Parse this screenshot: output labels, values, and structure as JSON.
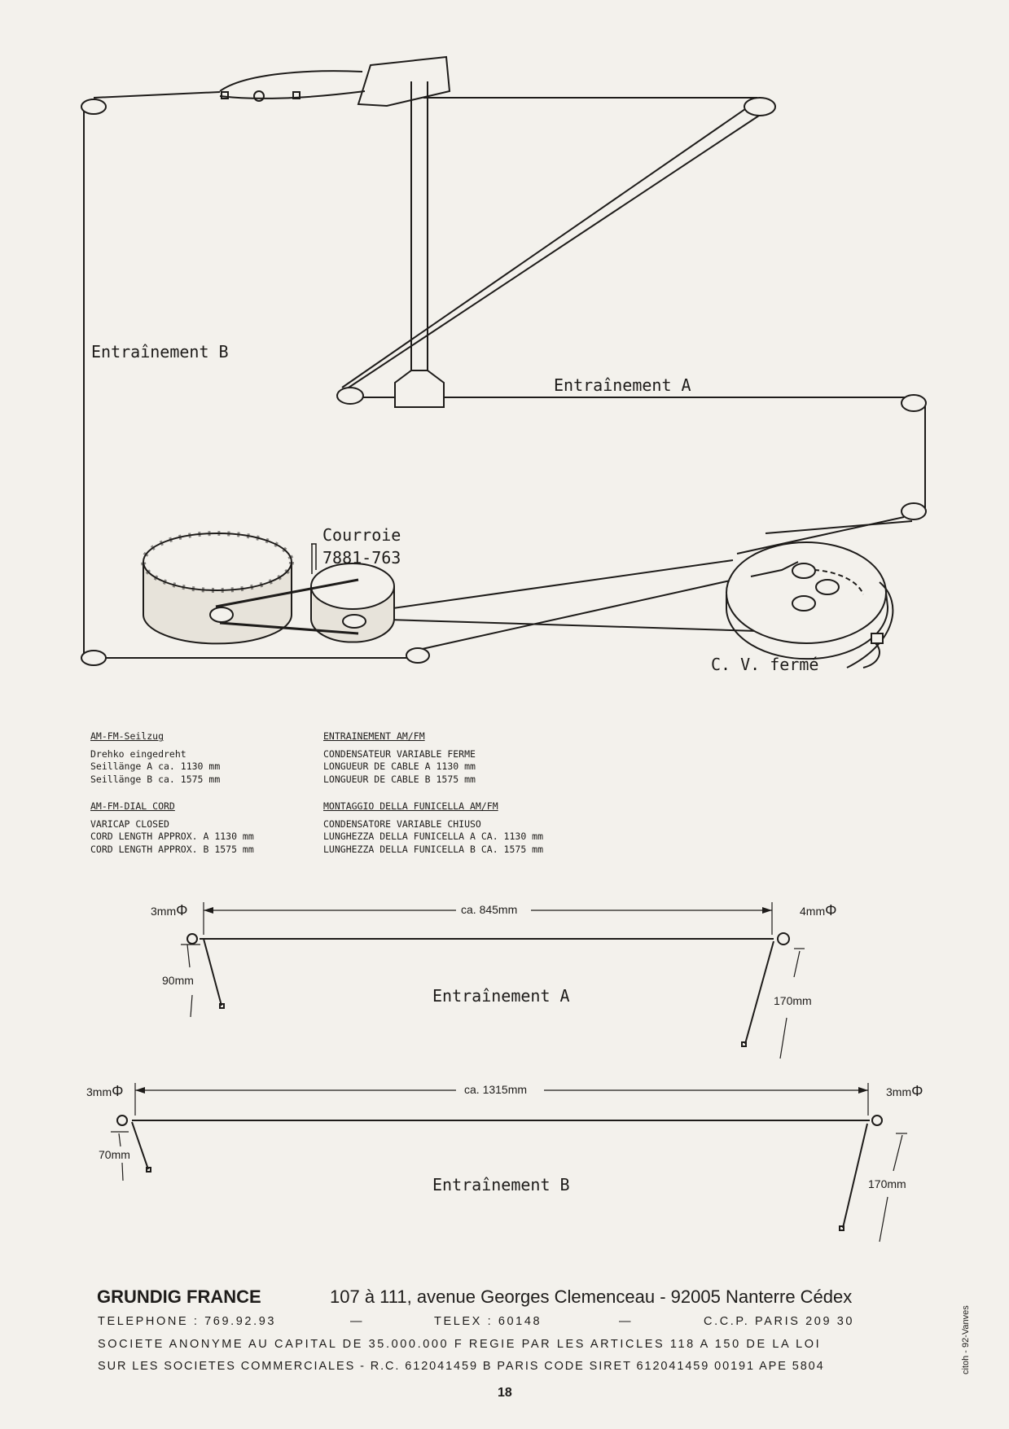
{
  "top_diagram": {
    "label_drive_b": "Entraînement B",
    "label_drive_a": "Entraînement A",
    "belt_label_line1": "Courroie",
    "belt_label_line2": "7881-763",
    "varicap_label": "C. V. fermé"
  },
  "notes": {
    "de": {
      "title": "AM-FM-Seilzug",
      "lines": [
        "Drehko eingedreht",
        "Seillänge A ca. 1130 mm",
        "Seillänge B ca. 1575 mm"
      ]
    },
    "fr": {
      "title": "ENTRAINEMENT AM/FM",
      "lines": [
        "CONDENSATEUR VARIABLE FERME",
        "LONGUEUR DE CABLE A 1130 mm",
        "LONGUEUR DE CABLE B 1575 mm"
      ]
    },
    "en": {
      "title": "AM-FM-DIAL CORD",
      "lines": [
        "VARICAP CLOSED",
        "CORD LENGTH APPROX. A 1130 mm",
        "CORD LENGTH APPROX. B 1575 mm"
      ]
    },
    "it": {
      "title": "MONTAGGIO DELLA FUNICELLA AM/FM",
      "lines": [
        "CONDENSATORE VARIABLE CHIUSO",
        "LUNGHEZZA DELLA FUNICELLA A CA. 1130 mm",
        "LUNGHEZZA DELLA FUNICELLA B CA. 1575 mm"
      ]
    }
  },
  "cord_a": {
    "title": "Entraînement A",
    "left_ring": "3mm",
    "right_ring": "4mm",
    "span": "ca. 845mm",
    "left_spring": "90mm",
    "right_spring": "170mm",
    "diameter_symbol": "Φ"
  },
  "cord_b": {
    "title": "Entraînement B",
    "left_ring": "3mm",
    "right_ring": "3mm",
    "span": "ca. 1315mm",
    "left_spring": "70mm",
    "right_spring": "170mm",
    "diameter_symbol": "Φ"
  },
  "footer": {
    "brand": "GRUNDIG FRANCE",
    "address": "107 à 111, avenue Georges Clemenceau - 92005 Nanterre Cédex",
    "telephone": "TELEPHONE : 769.92.93",
    "dash1": "—",
    "telex": "TELEX : 60148",
    "dash2": "—",
    "ccp": "C.C.P. PARIS 209 30",
    "legal_line1": "SOCIETE ANONYME AU CAPITAL DE 35.000.000 F REGIE PAR LES ARTICLES 118 A 150 DE LA LOI",
    "legal_line2": "SUR LES SOCIETES COMMERCIALES - R.C. 612041459 B PARIS CODE SIRET 612041459 00191 APE 5804",
    "page_number": "18",
    "printer_mark": "citoh - 92-Vanves"
  }
}
